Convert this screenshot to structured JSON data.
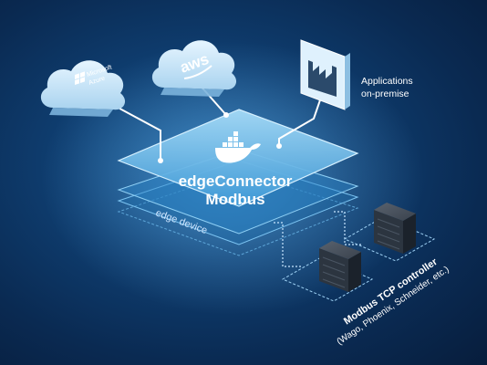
{
  "clouds": [
    {
      "id": "azure",
      "brand_line1": "Microsoft",
      "brand_line2": "Azure"
    },
    {
      "id": "aws",
      "brand": "aws"
    }
  ],
  "app": {
    "line1": "Applications",
    "line2": "on-premise"
  },
  "connector": {
    "line1": "edgeConnector",
    "line2": "Modbus"
  },
  "layers": {
    "device_label": "edge device"
  },
  "controller": {
    "title": "Modbus TCP controller",
    "subtitle": "(Wago, Phoenix, Schneider, etc.)"
  },
  "colors": {
    "background": "#0a2a52",
    "platform_top": "#8fd0f5",
    "cloud": "#cfe9fb",
    "server": "#2a3340"
  },
  "icons": [
    "microsoft-windows-icon",
    "aws-smile-icon",
    "factory-icon",
    "docker-whale-icon",
    "server-rack-icon"
  ]
}
